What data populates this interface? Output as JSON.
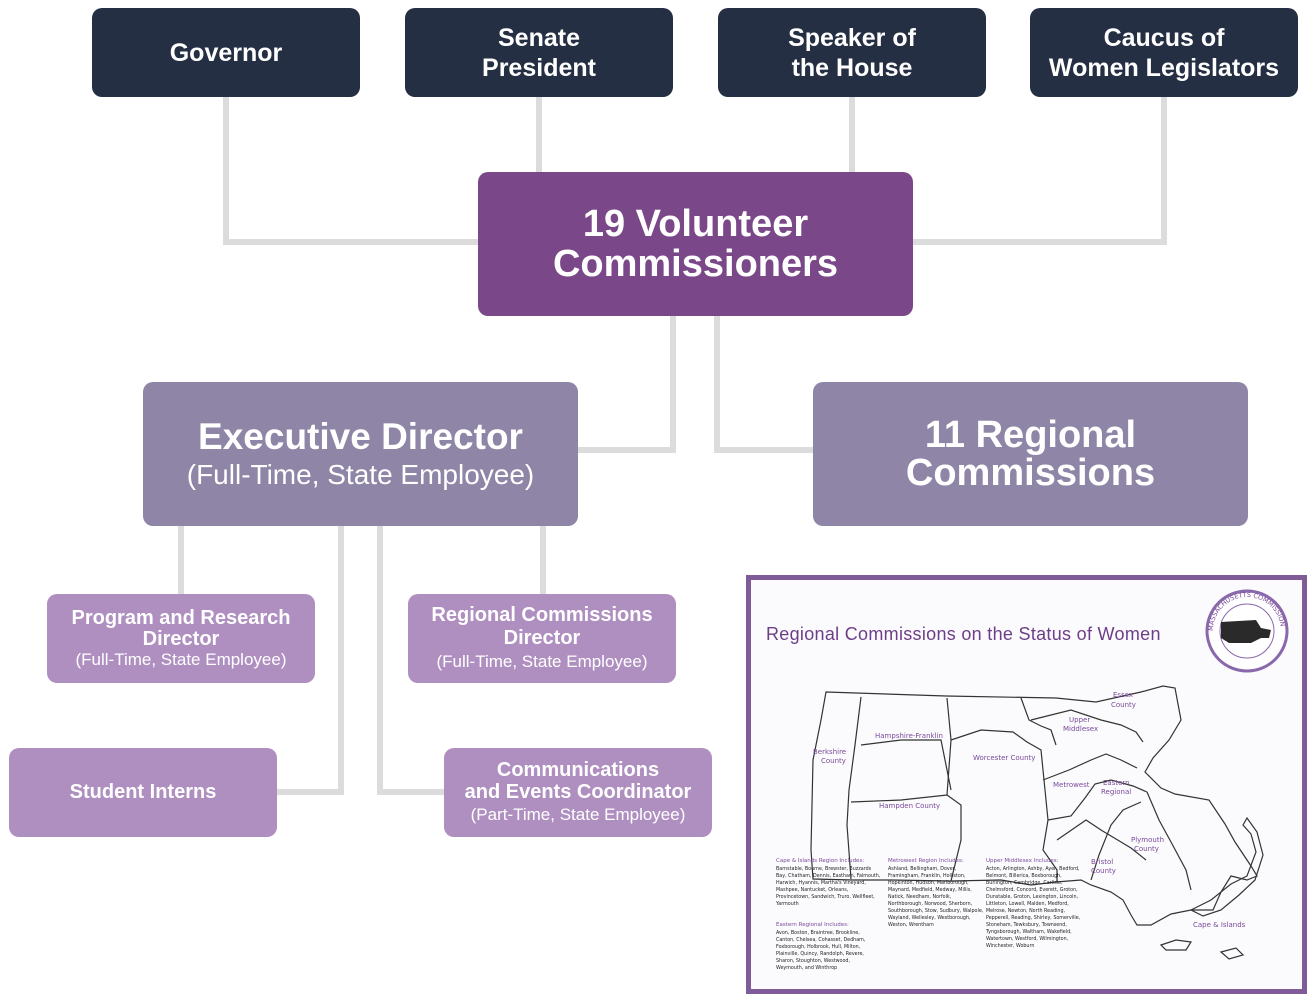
{
  "boxes": {
    "governor": "Governor",
    "senate_president": [
      "Senate",
      "President"
    ],
    "speaker": [
      "Speaker of",
      "the House"
    ],
    "caucus": [
      "Caucus of",
      "Women Legislators"
    ],
    "commissioners": [
      "19 Volunteer",
      "Commissioners"
    ],
    "executive_director": {
      "title": "Executive Director",
      "subtitle": "(Full-Time, State Employee)"
    },
    "regional_commissions": [
      "11 Regional",
      "Commissions"
    ],
    "program_director": {
      "title": [
        "Program and Research",
        "Director"
      ],
      "subtitle": "(Full-Time, State Employee)"
    },
    "regional_director": {
      "title": [
        "Regional Commissions",
        "Director"
      ],
      "subtitle": "(Full-Time, State Employee)"
    },
    "student_interns": "Student Interns",
    "communications": {
      "title": [
        "Communications",
        "and Events Coordinator"
      ],
      "subtitle": "(Part-Time, State Employee)"
    }
  },
  "map": {
    "title": "Regional Commissions on the Status of Women",
    "seal_text": "MASSACHUSETTS COMMISSION ON THE STATUS OF WOMEN",
    "regions": {
      "berkshire": [
        "Berkshire",
        "County"
      ],
      "hampshire_franklin": "Hampshire-Franklin",
      "hampden": "Hampden County",
      "worcester": "Worcester County",
      "upper_middlesex": [
        "Upper",
        "Middlesex"
      ],
      "essex": [
        "Essex",
        "County"
      ],
      "metrowest": "Metrowest",
      "eastern": [
        "Eastern",
        "Regional"
      ],
      "plymouth": [
        "Plymouth",
        "County"
      ],
      "bristol": [
        "Bristol",
        "County"
      ],
      "cape": "Cape & Islands"
    },
    "notes": {
      "cape_heading": "Cape & Islands Region Includes:",
      "cape_lines": [
        "Barnstable, Bourne, Brewster, Buzzards",
        "Bay, Chatham, Dennis, Eastham, Falmouth,",
        "Harwich, Hyannis, Martha's Vineyard,",
        "Mashpee, Nantucket, Orleans,",
        "Provincetown, Sandwich, Truro, Wellfleet,",
        "Yarmouth"
      ],
      "eastern_heading": "Eastern Regional Includes:",
      "eastern_lines": [
        "Avon, Boston, Braintree, Brookline,",
        "Canton, Chelsea, Cohasset, Dedham,",
        "Foxborough, Holbrook, Hull, Milton,",
        "Plainville, Quincy, Randolph, Revere,",
        "Sharon, Stoughton, Westwood,",
        "Weymouth, and Winthrop"
      ],
      "metrowest_heading": "Metrowest Region Includes:",
      "metrowest_lines": [
        "Ashland, Bellingham, Dover,",
        "Framingham, Franklin, Holliston,",
        "Hopkinton, Hudson, Marlborough,",
        "Maynard, Medfield, Medway, Millis,",
        "Natick, Needham, Norfolk,",
        "Northborough, Norwood, Sherborn,",
        "Southborough, Stow, Sudbury, Walpole,",
        "Wayland, Wellesley, Westborough,",
        "Weston, Wrentham"
      ],
      "upper_heading": "Upper Middlesex Includes:",
      "upper_lines": [
        "Acton, Arlington, Ashby, Ayer, Bedford,",
        "Belmont, Billerica, Boxborough,",
        "Burlington, Cambridge, Carlisle,",
        "Chelmsford, Concord, Everett, Groton,",
        "Dunstable, Groton, Lexington, Lincoln,",
        "Littleton, Lowell, Malden, Medford,",
        "Melrose, Newton, North Reading,",
        "Pepperell, Reading, Shirley, Somerville,",
        "Stoneham, Tewksbury, Townsend,",
        "Tyngsborough, Waltham, Wakefield,",
        "Watertown, Westford, Wilmington,",
        "Winchester, Woburn"
      ]
    }
  },
  "colors": {
    "dark_box": "#252f43",
    "commissioners": "#7a4888",
    "grey_box": "#8f85a6",
    "light_box": "#af8fc0",
    "connector": "#dcdcdc"
  }
}
